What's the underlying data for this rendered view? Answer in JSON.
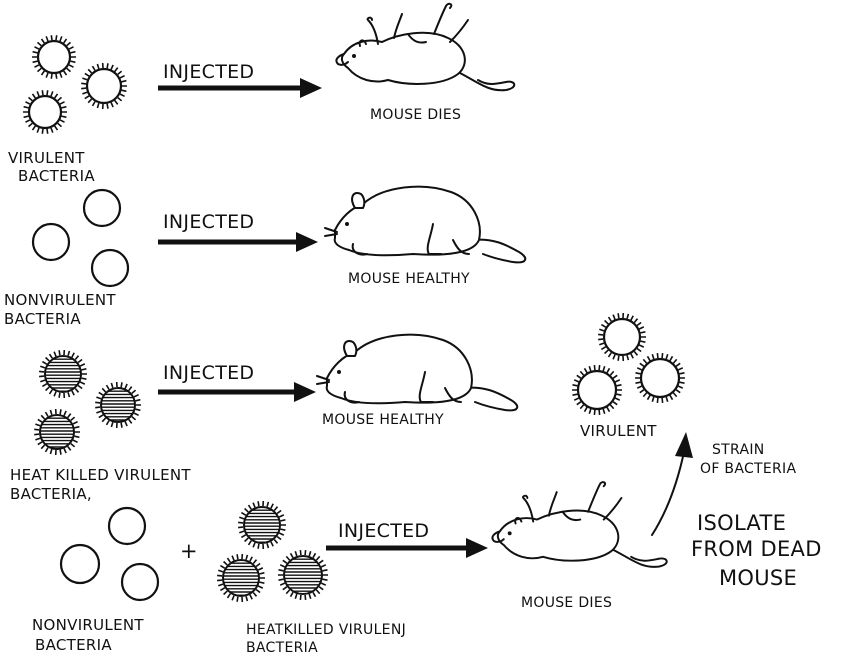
{
  "rows": [
    {
      "bacteria_label": [
        "VIRULENT",
        "BACTERIA"
      ],
      "action": "INJECTED",
      "outcome": "MOUSE DIES"
    },
    {
      "bacteria_label": [
        "NONVIRULENT",
        "BACTERIA"
      ],
      "action": "INJECTED",
      "outcome": "MOUSE HEALTHY"
    },
    {
      "bacteria_label": [
        "HEAT KILLED VIRULENT",
        "BACTERIA,"
      ],
      "action": "INJECTED",
      "outcome": "MOUSE HEALTHY"
    },
    {
      "bacteria_label_a": [
        "NONVIRULENT",
        "BACTERIA"
      ],
      "plus": "+",
      "bacteria_label_b": [
        "HEATKILLED VIRULENJ",
        "BACTERIA"
      ],
      "action": "INJECTED",
      "outcome": "MOUSE DIES"
    }
  ],
  "isolate": [
    "ISOLATE",
    "FROM DEAD",
    "MOUSE"
  ],
  "result_label": "VIRULENT",
  "strain_label": [
    "STRAIN",
    "OF BACTERIA"
  ],
  "colors": {
    "ink": "#111111",
    "background": "#ffffff"
  }
}
